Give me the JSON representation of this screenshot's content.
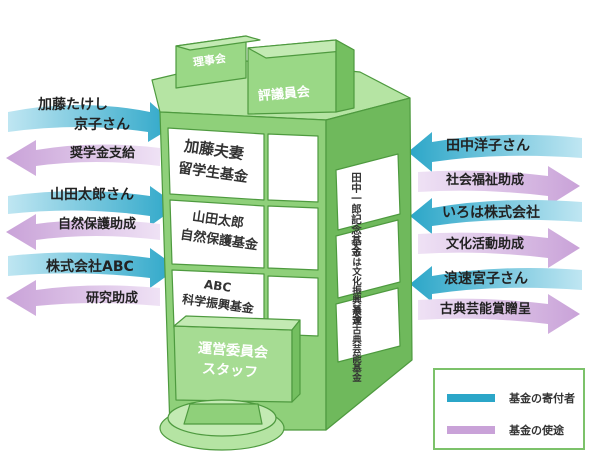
{
  "roof": {
    "board": "理事会",
    "council": "評議員会"
  },
  "front_panels": {
    "panel1": [
      "加藤夫妻",
      "留学生基金"
    ],
    "panel2": [
      "山田太郎",
      "自然保護基金"
    ],
    "panel3": [
      "ABC",
      "科学振興基金"
    ]
  },
  "base": {
    "line1": "運営委員会",
    "line2": "スタッフ"
  },
  "side_panels": {
    "panel1": "田中一郎記念基金",
    "panel2": "いろは文化振興基金",
    "panel3": "浪速古典芸能基金"
  },
  "left_labels": {
    "donor1_line1": "加藤たけし",
    "donor1_line2": "京子さん",
    "use1": "奨学金支給",
    "donor2": "山田太郎さん",
    "use2": "自然保護助成",
    "donor3": "株式会社ABC",
    "use3": "研究助成"
  },
  "right_labels": {
    "donor1": "田中洋子さん",
    "use1": "社会福祉助成",
    "donor2": "いろは株式会社",
    "use2": "文化活動助成",
    "donor3": "浪速宮子さん",
    "use3": "古典芸能賞贈呈"
  },
  "legend": {
    "donor": "基金の寄付者",
    "use": "基金の使途",
    "donor_color": "#2ba6c8",
    "use_color": "#c9a2d8"
  },
  "colors": {
    "building_front": "#8fd07a",
    "building_side": "#6fb95c",
    "building_top": "#b5e4a3",
    "stroke": "#4e9a3f"
  }
}
